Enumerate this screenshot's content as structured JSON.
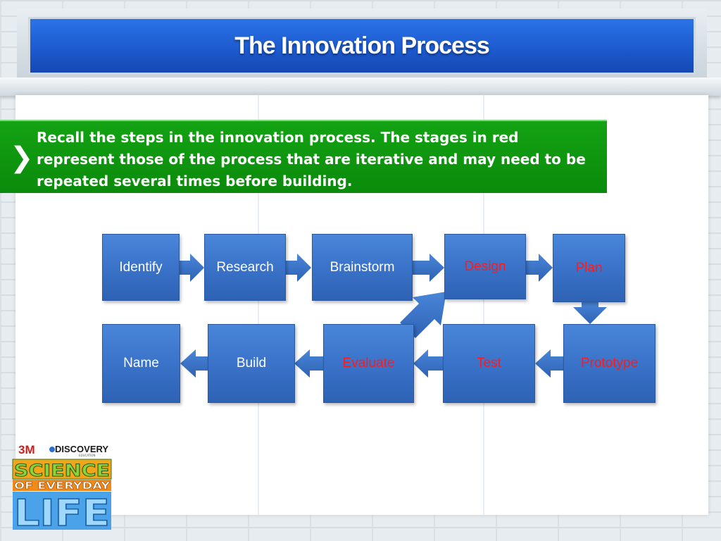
{
  "slide": {
    "title": "The Innovation Process"
  },
  "callout": {
    "text": "Recall the steps in the innovation process. The stages in red represent those of the process that are iterative and may need to be repeated several times before building."
  },
  "diagram": {
    "node_colors": {
      "default": "#ffffff",
      "iterative": "#ff1a1a",
      "fill": "#3a73c9"
    },
    "nodes": [
      {
        "id": "identify",
        "label": "Identify",
        "iterative": false
      },
      {
        "id": "research",
        "label": "Research",
        "iterative": false
      },
      {
        "id": "brainstorm",
        "label": "Brainstorm",
        "iterative": false
      },
      {
        "id": "design",
        "label": "Design",
        "iterative": true
      },
      {
        "id": "plan",
        "label": "Plan",
        "iterative": true
      },
      {
        "id": "prototype",
        "label": "Prototype",
        "iterative": true
      },
      {
        "id": "test",
        "label": "Test",
        "iterative": true
      },
      {
        "id": "evaluate",
        "label": "Evaluate",
        "iterative": true
      },
      {
        "id": "build",
        "label": "Build",
        "iterative": false
      },
      {
        "id": "name",
        "label": "Name",
        "iterative": false
      }
    ],
    "edges": [
      [
        "identify",
        "research"
      ],
      [
        "research",
        "brainstorm"
      ],
      [
        "brainstorm",
        "design"
      ],
      [
        "design",
        "plan"
      ],
      [
        "plan",
        "prototype"
      ],
      [
        "prototype",
        "test"
      ],
      [
        "test",
        "evaluate"
      ],
      [
        "evaluate",
        "design"
      ],
      [
        "evaluate",
        "build"
      ],
      [
        "build",
        "name"
      ]
    ]
  },
  "logo": {
    "brand_a": "3M",
    "brand_b": "DISCOVERY",
    "brand_b_sub": "EDUCATION",
    "line1": "SCIENCE",
    "line2": "OF EVERYDAY",
    "line3": "LIFE"
  }
}
